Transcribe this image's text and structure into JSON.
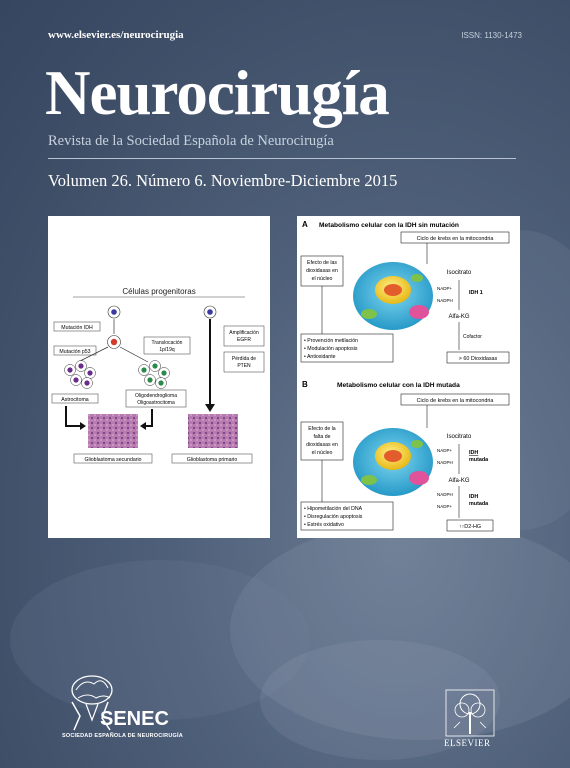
{
  "header": {
    "url": "www.elsevier.es/neurocirugia",
    "issn": "ISSN: 1130-1473",
    "title": "Neurocirugía",
    "subtitle": "Revista de la Sociedad Española de Neurocirugía",
    "volume": "Volumen 26. Número 6. Noviembre-Diciembre 2015"
  },
  "left_figure": {
    "heading": "Células progenitoras",
    "labels": {
      "idh": "Mutación IDH",
      "p53": "Mutación p53",
      "translocation": "Translocación\n1p/19q",
      "amplification": "Amplificación\nEGFR",
      "pten_loss": "Pérdida de\nPTEN",
      "astrocytoma": "Astrocitoma",
      "oligo": "Oligodendroglioma\nOligoastrocitoma",
      "gbm_secondary": "Glioblastoma secundario",
      "gbm_primary": "Glioblastoma primario"
    }
  },
  "right_figure": {
    "panel_a": {
      "letter": "A",
      "heading": "Metabolismo celular con la IDH sin mutación",
      "krebs": "Ciclo de krebs en la mitocondria",
      "effect": "Efecto de las\ndioxidasas en\nel núcleo",
      "isocitrate": "Isocitrato",
      "nadp": "NADP+",
      "nadph": "NADPH",
      "idh": "IDH 1",
      "akg": "Alfa-KG",
      "cofactor": "Cofactor",
      "results": [
        "• Provención metilación",
        "• Modulación apoptosis",
        "• Antioxidante"
      ],
      "dioxidases": "> 60 Dioxidasas"
    },
    "panel_b": {
      "letter": "B",
      "heading": "Metabolismo celular con la IDH mutada",
      "krebs": "Ciclo de krebs en la mitocondria",
      "effect": "Efecto de la\nfalta de\ndioxidasas en\nel núcleo",
      "isocitrate": "Isocitrato",
      "nadp": "NADP+",
      "nadph": "NADPH",
      "idh": "IDH\nmutada",
      "akg": "Alfa-KG",
      "results": [
        "• Hipometilación del DNA",
        "• Disregulación apoptosis",
        "• Estrés oxidativo"
      ],
      "d2hg": "↑↑D2-HG"
    }
  },
  "footer": {
    "society_logo": "SENEC",
    "society_name": "SOCIEDAD ESPAÑOLA DE NEUROCIRUGÍA",
    "publisher": "ELSEVIER"
  },
  "colors": {
    "background": "#4a5a74",
    "cell_body": "#3fb0d6",
    "nucleus": "#f3d23c"
  }
}
